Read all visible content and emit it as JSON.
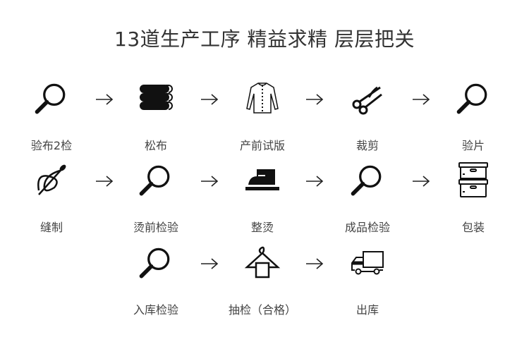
{
  "title": "13道生产工序 精益求精 层层把关",
  "steps": [
    {
      "label": "验布2检",
      "icon": "magnifier-icon"
    },
    {
      "label": "松布",
      "icon": "fabric-stack-icon"
    },
    {
      "label": "产前试版",
      "icon": "shirt-icon"
    },
    {
      "label": "裁剪",
      "icon": "scissors-icon"
    },
    {
      "label": "验片",
      "icon": "magnifier-icon"
    },
    {
      "label": "缝制",
      "icon": "needle-thread-icon"
    },
    {
      "label": "烫前检验",
      "icon": "magnifier-icon"
    },
    {
      "label": "整烫",
      "icon": "iron-icon"
    },
    {
      "label": "成品检验",
      "icon": "magnifier-icon"
    },
    {
      "label": "包装",
      "icon": "boxes-icon"
    },
    {
      "label": "入库检验",
      "icon": "magnifier-icon"
    },
    {
      "label": "抽检（合格）",
      "icon": "hanger-icon"
    },
    {
      "label": "出库",
      "icon": "truck-icon"
    }
  ]
}
